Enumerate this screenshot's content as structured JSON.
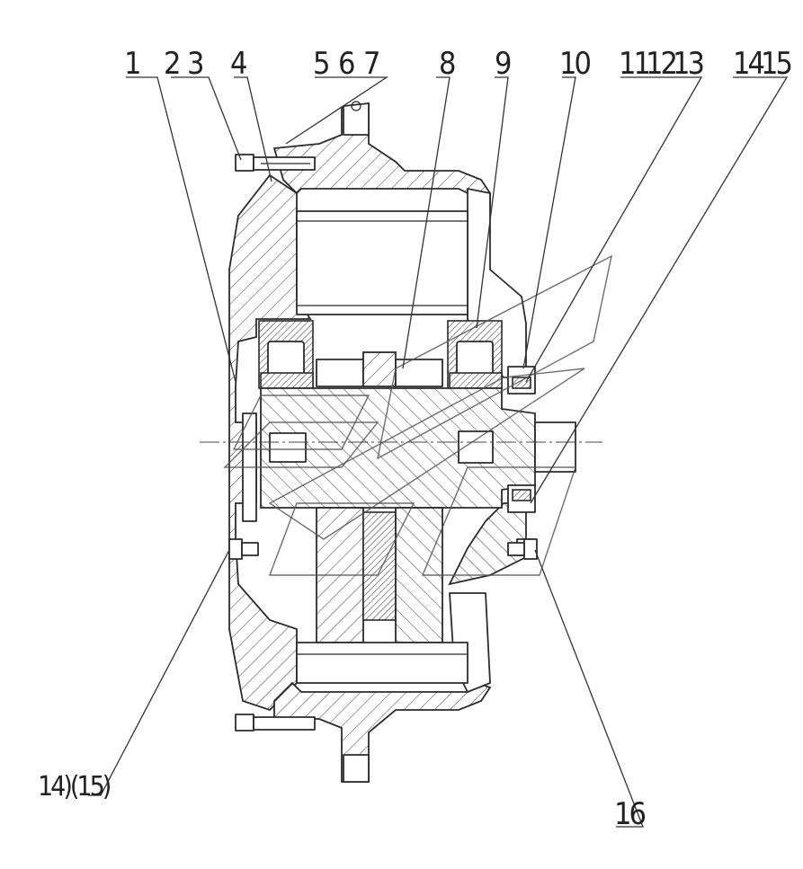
{
  "drawing": {
    "callouts": [
      {
        "id": "c1",
        "label": "1"
      },
      {
        "id": "c2",
        "label": "2"
      },
      {
        "id": "c3",
        "label": "3"
      },
      {
        "id": "c4",
        "label": "4"
      },
      {
        "id": "c5",
        "label": "5"
      },
      {
        "id": "c6",
        "label": "6"
      },
      {
        "id": "c7",
        "label": "7"
      },
      {
        "id": "c8",
        "label": "8"
      },
      {
        "id": "c9",
        "label": "9"
      },
      {
        "id": "c10",
        "label": "10"
      },
      {
        "id": "c11",
        "label": "11"
      },
      {
        "id": "c12",
        "label": "12"
      },
      {
        "id": "c13",
        "label": "13"
      },
      {
        "id": "c14",
        "label": "14"
      },
      {
        "id": "c15",
        "label": "15"
      },
      {
        "id": "c1415b",
        "label": "14)(15)"
      },
      {
        "id": "c16",
        "label": "16"
      }
    ]
  }
}
